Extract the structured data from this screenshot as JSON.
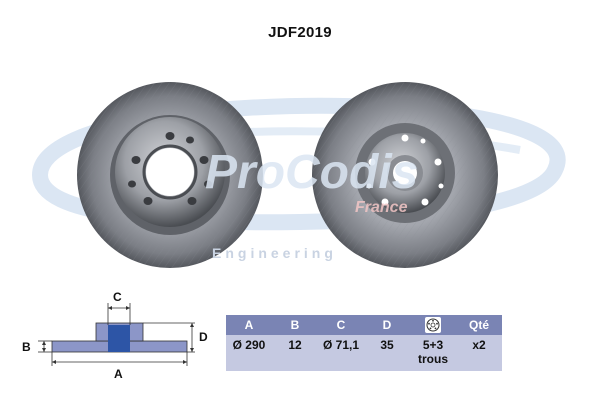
{
  "product": {
    "reference": "JDF2019"
  },
  "watermark": {
    "brand": "ProCodis",
    "sub": "France",
    "tagline": "Engineering"
  },
  "diagram": {
    "labels": {
      "a": "A",
      "b": "B",
      "c": "C",
      "d": "D"
    }
  },
  "spec_table": {
    "headers": [
      "A",
      "B",
      "C",
      "D",
      "holes-icon",
      "Qté"
    ],
    "values": {
      "a": "Ø 290",
      "b": "12",
      "c": "Ø 71,1",
      "d": "35",
      "holes_line1": "5+3",
      "holes_line2": "trous",
      "qty": "x2"
    }
  },
  "colors": {
    "header_bg": "#7a84b4",
    "row_bg": "#c5c9e1",
    "watermark": "#dbe6f3",
    "diagram_hub": "#2d55a6",
    "diagram_body": "#8c96c8"
  }
}
